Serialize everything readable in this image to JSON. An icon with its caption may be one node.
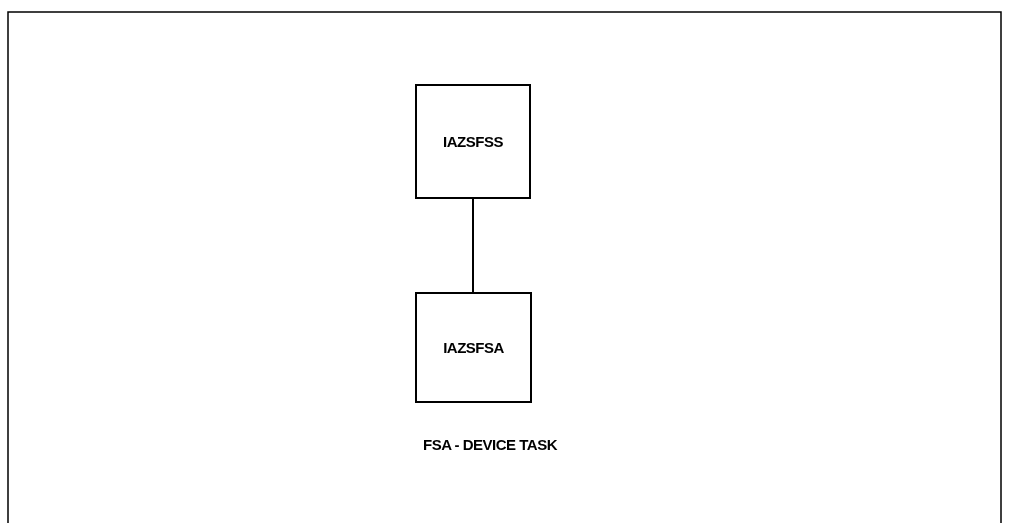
{
  "diagram": {
    "nodes": [
      {
        "text": [
          "IAZSFSS"
        ]
      },
      {
        "text": [
          "IAZSFSA"
        ],
        "beside": [
          "FSA - DEVICE TASK"
        ]
      }
    ],
    "edges": [
      {
        "from": 0,
        "to": 1,
        "arrow": "none"
      }
    ]
  }
}
